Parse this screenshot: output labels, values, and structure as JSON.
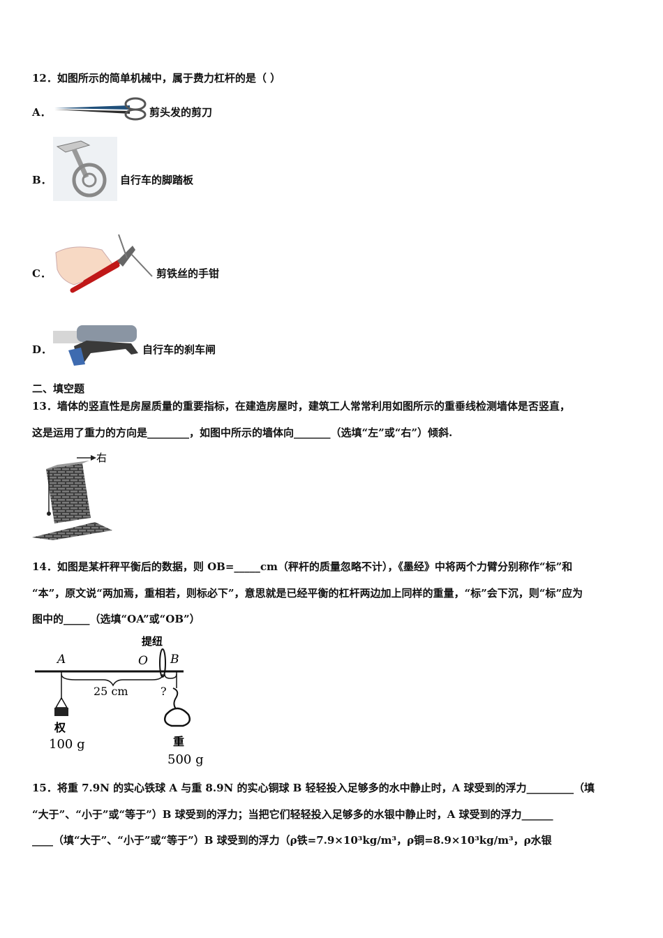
{
  "q12": {
    "stem": "12．如图所示的简单机械中，属于费力杠杆的是（  ）",
    "options": [
      {
        "letter": "A．",
        "text": "剪头发的剪刀"
      },
      {
        "letter": "B．",
        "text": "自行车的脚踏板"
      },
      {
        "letter": "C．",
        "text": "剪铁丝的手钳"
      },
      {
        "letter": "D．",
        "text": "自行车的刹车闸"
      }
    ]
  },
  "section2": {
    "title": "二、填空题"
  },
  "q13": {
    "line1": "13．墙体的竖直性是房屋质量的重要指标，在建造房屋时，建筑工人常常利用如图所示的重垂线检测墙体是否竖直，",
    "line2": "这是运用了重力的方向是________，如图中所示的墙体向_______（选填“左”或“右”）倾斜.",
    "figure_label": "右"
  },
  "q14": {
    "line1": "14．如图是某杆秤平衡后的数据，则 OB=_____cm（秤杆的质量忽略不计），《墨经》中将两个力臂分别称作“标”和",
    "line2": "“本”，原文说“两加焉，重相若，则标必下”，意思就是已经平衡的杠杆两边加上同样的重量，“标”会下沉，则“标”应为",
    "line3": "图中的_____（选填“OA”或“OB”）",
    "figure": {
      "label_A": "A",
      "label_O": "O",
      "label_B": "B",
      "label_knob": "提纽",
      "label_length": "25 cm",
      "label_q": "?",
      "label_weight1": "权",
      "label_mass1": "100 g",
      "label_weight2": "重",
      "label_mass2": "500 g"
    }
  },
  "q15": {
    "line1": "15．将重 7.9N 的实心铁球 A 与重 8.9N 的实心铜球 B 轻轻投入足够多的水中静止时，A 球受到的浮力_________（填",
    "line2": "“大于”、“小于”或“等于”）B 球受到的浮力；当把它们轻轻投入足够多的水银中静止时，A 球受到的浮力______",
    "line3": "____（填“大于”、“小于”或“等于”）B 球受到的浮力（ρ铁=7.9×10³kg/m³，ρ铜=8.9×10³kg/m³，ρ水银"
  }
}
